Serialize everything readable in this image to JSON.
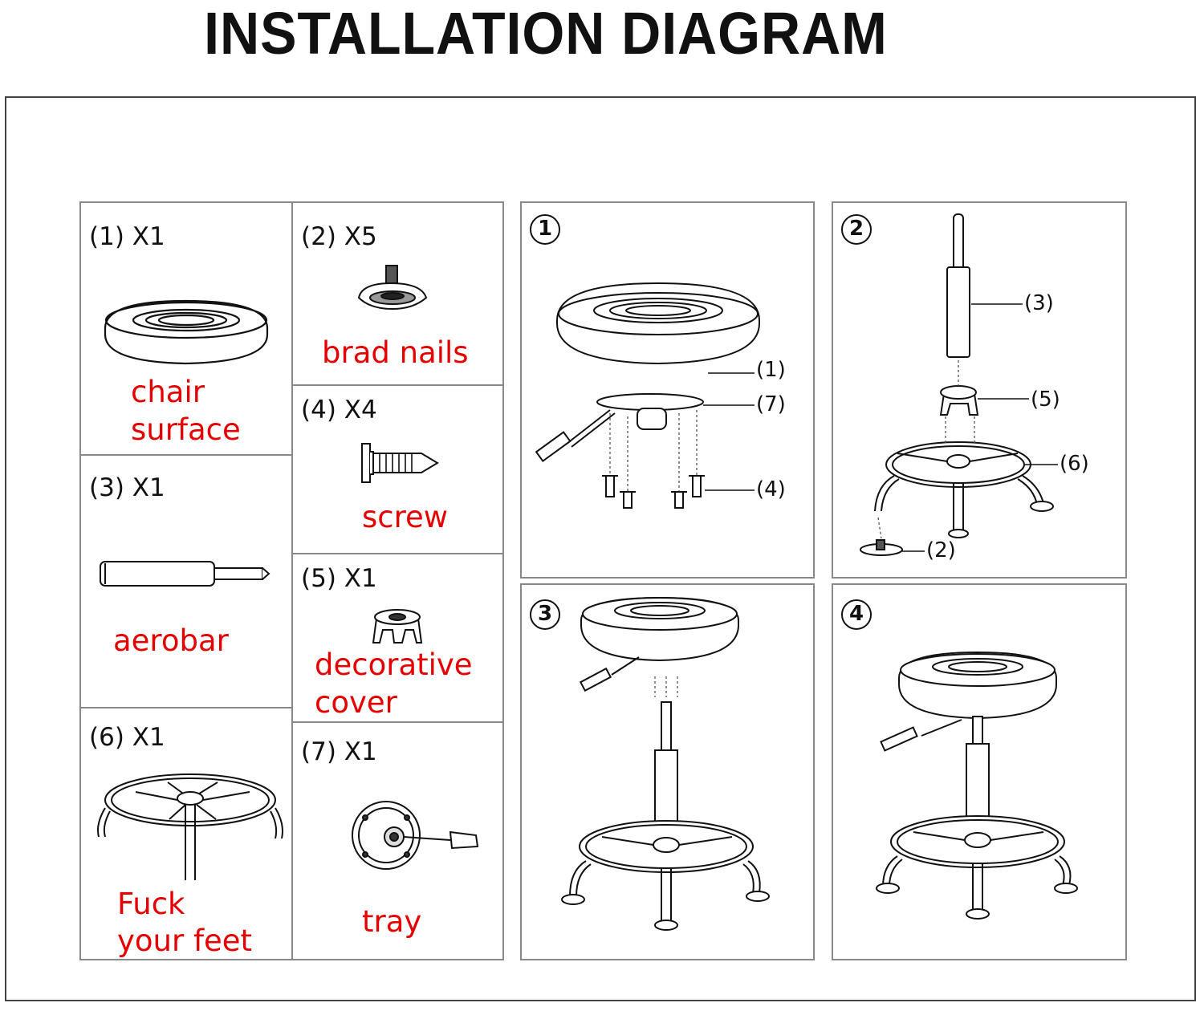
{
  "title": "INSTALLATION DIAGRAM",
  "parts": [
    {
      "qty": "(1) X1",
      "name_lines": [
        "chair",
        "surface"
      ]
    },
    {
      "qty": "(2) X5",
      "name_lines": [
        "brad nails"
      ]
    },
    {
      "qty": "(3) X1",
      "name_lines": [
        "aerobar"
      ]
    },
    {
      "qty": "(4) X4",
      "name_lines": [
        "screw"
      ]
    },
    {
      "qty": "(5) X1",
      "name_lines": [
        "decorative",
        "cover"
      ]
    },
    {
      "qty": "(6) X1",
      "name_lines": [
        "Fuck",
        "your feet"
      ]
    },
    {
      "qty": "(7) X1",
      "name_lines": [
        "tray"
      ]
    }
  ],
  "steps": [
    {
      "number": "1",
      "callouts": [
        "(1)",
        "(7)",
        "(4)"
      ]
    },
    {
      "number": "2",
      "callouts": [
        "(3)",
        "(5)",
        "(6)",
        "(2)"
      ]
    },
    {
      "number": "3",
      "callouts": []
    },
    {
      "number": "4",
      "callouts": []
    }
  ],
  "colors": {
    "label_red": "#e50000",
    "line": "#111111",
    "border": "#888888"
  }
}
